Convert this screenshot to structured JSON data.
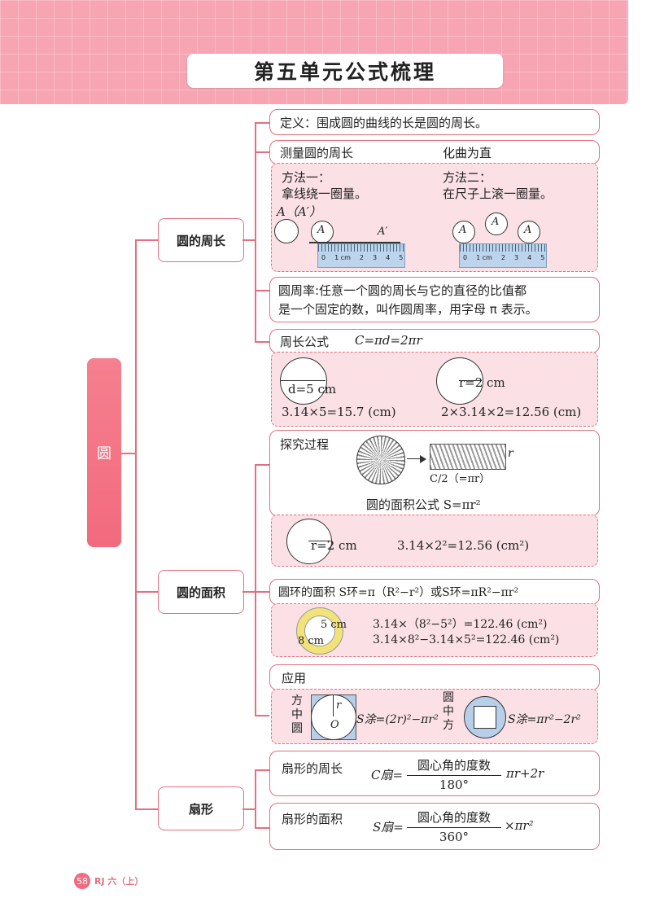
{
  "page_title": "第五单元公式梳理",
  "root_label": "圆",
  "branches": {
    "circumference": "圆的周长",
    "area": "圆的面积",
    "sector": "扇形"
  },
  "circumference": {
    "definition": "定义：围成圆的曲线的长是圆的周长。",
    "measure_title": "测量圆的周长",
    "measure_subtitle": "化曲为直",
    "method1_title": "方法一：",
    "method1_text": "拿线绕一圈量。",
    "method2_title": "方法二：",
    "method2_text": "在尺子上滚一圈量。",
    "label_a_a_prime": "A（A′）",
    "label_a": "A",
    "label_a_prime": "A′",
    "ruler_ticks": [
      "0",
      "1 cm",
      "2",
      "3",
      "4",
      "5"
    ],
    "pi_line1": "圆周率:任意一个圆的周长与它的直径的比值都",
    "pi_line2": "是一个固定的数，叫作圆周率，用字母 π 表示。",
    "formula_label": "周长公式",
    "formula": "C=πd=2πr",
    "example1_label": "d=5 cm",
    "example1_calc": "3.14×5=15.7 (cm)",
    "example2_label": "r=2 cm",
    "example2_calc": "2×3.14×2=12.56 (cm)"
  },
  "area": {
    "explore_title": "探究过程",
    "explore_r": "r",
    "explore_c2": "C/2（=πr）",
    "formula": "圆的面积公式 S=πr²",
    "example_label": "r=2 cm",
    "example_calc": "3.14×2²=12.56 (cm²)",
    "ring_formula": "圆环的面积 S环=π（R²−r²）或S环=πR²−πr²",
    "ring_inner": "5 cm",
    "ring_outer": "8 cm",
    "ring_calc1": "3.14×（8²−5²）=122.46 (cm²)",
    "ring_calc2": "3.14×8²−3.14×5²=122.46 (cm²)",
    "apply_title": "应用",
    "apply_left_label": [
      "方",
      "中",
      "圆"
    ],
    "apply_left_r": "r",
    "apply_left_o": "O",
    "apply_left_formula": "S涂=(2r)²−πr²",
    "apply_right_label": [
      "圆",
      "中",
      "方"
    ],
    "apply_right_formula": "S涂=πr²−2r²"
  },
  "sector": {
    "perimeter_label": "扇形的周长",
    "perimeter_lhs": "C扇=",
    "perimeter_num": "圆心角的度数",
    "perimeter_den": "180°",
    "perimeter_rhs": "πr+2r",
    "area_label": "扇形的面积",
    "area_lhs": "S扇=",
    "area_num": "圆心角的度数",
    "area_den": "360°",
    "area_rhs": "×πr²"
  },
  "footer": {
    "page_number": "58",
    "book": "RJ 六（上）"
  },
  "colors": {
    "accent": "#e46f80",
    "header": "#f7a5b3",
    "card_fill": "#fbe1e6",
    "ruler": "#bcd4ec",
    "ring": "#f1e27a"
  }
}
